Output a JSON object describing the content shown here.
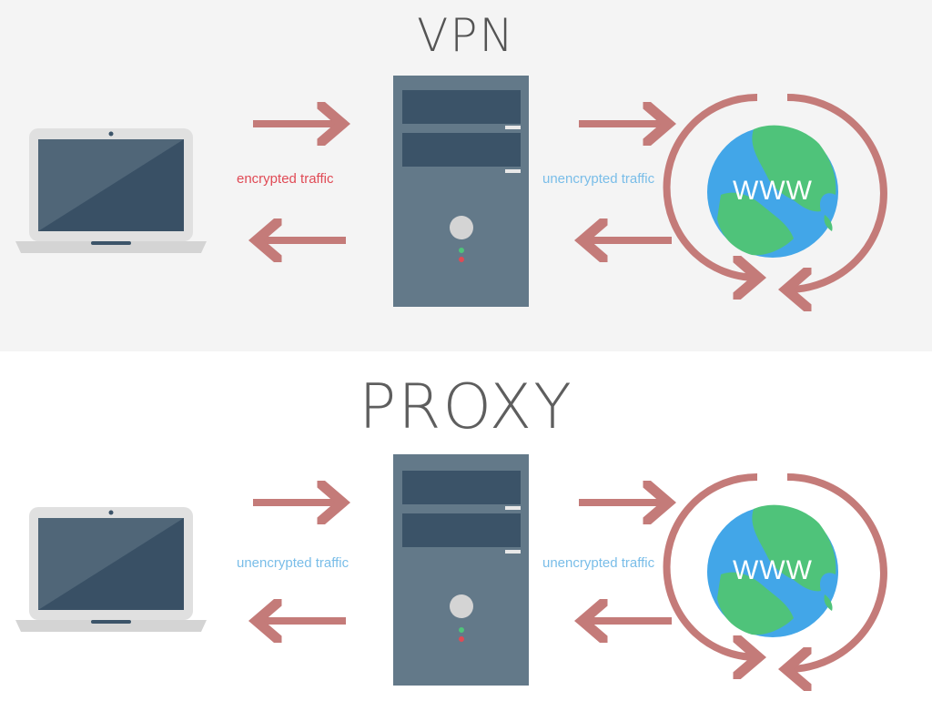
{
  "vpn": {
    "title": "VPN",
    "client_label": "encrypted traffic",
    "internet_label": "unencrypted traffic",
    "globe_text": "WWW"
  },
  "proxy": {
    "title": "PROXY",
    "client_label": "unencrypted traffic",
    "internet_label": "unencrypted traffic",
    "globe_text": "WWW"
  },
  "colors": {
    "arrow": "#c47b79",
    "encrypted_text": "#e04a55",
    "unencrypted_text": "#79bde8",
    "server_body": "#637989",
    "server_bay": "#3b5368",
    "laptop_screen": "#3c5469",
    "globe_ocean": "#42a6e8",
    "globe_land": "#4fc37a"
  }
}
